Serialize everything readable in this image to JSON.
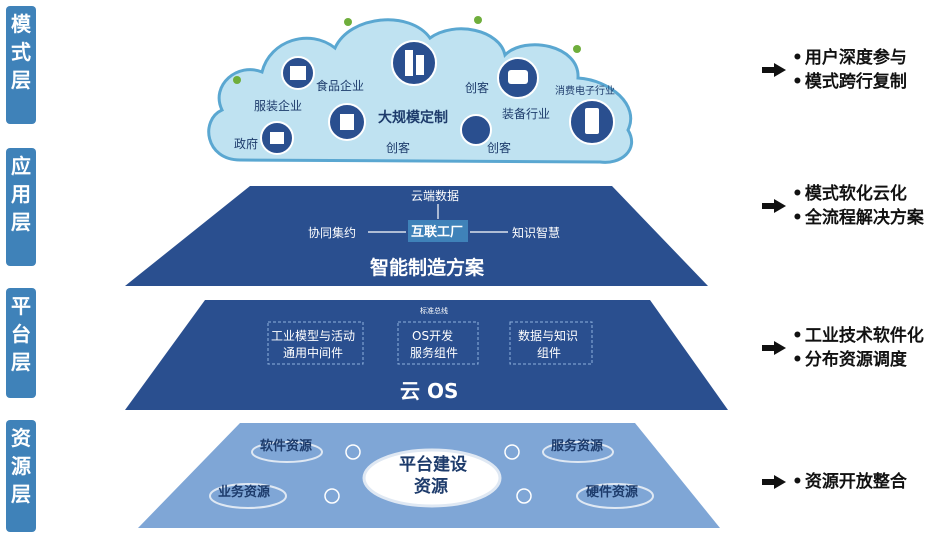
{
  "side_labels": {
    "mode": [
      "模",
      "式",
      "层"
    ],
    "app": [
      "应",
      "用",
      "层"
    ],
    "platform": [
      "平",
      "台",
      "层"
    ],
    "resource": [
      "资",
      "源",
      "层"
    ]
  },
  "cloud": {
    "center": "大规模定制",
    "gov": "政府",
    "apparel": "服装企业",
    "food": "食品企业",
    "maker1": "创客",
    "maker2": "创客",
    "maker3": "创客",
    "equipment": "装备行业",
    "electronics": "消费电子行业"
  },
  "app_layer": {
    "top": "云端数据",
    "left": "协同集约",
    "center": "互联工厂",
    "right": "知识智慧",
    "title": "智能制造方案"
  },
  "platform_layer": {
    "bus": "标准总线",
    "box1_line1": "工业模型与活动",
    "box1_line2": "通用中间件",
    "box2_line1": "OS开发",
    "box2_line2": "服务组件",
    "box3_line1": "数据与知识",
    "box3_line2": "组件",
    "title": "云 OS"
  },
  "resource_layer": {
    "software": "软件资源",
    "service": "服务资源",
    "business": "业务资源",
    "hardware": "硬件资源",
    "center_line1": "平台建设",
    "center_line2": "资源"
  },
  "right_notes": {
    "mode": [
      "用户深度参与",
      "模式跨行复制"
    ],
    "app": [
      "模式软化云化",
      "全流程解决方案"
    ],
    "platform": [
      "工业技术软件化",
      "分布资源调度"
    ],
    "resource": [
      "资源开放整合"
    ]
  },
  "colors": {
    "side": "#3f82b9",
    "cloud": "#bfe2f1",
    "navy": "#2a4f8f",
    "resource": "#7fa6d6"
  }
}
